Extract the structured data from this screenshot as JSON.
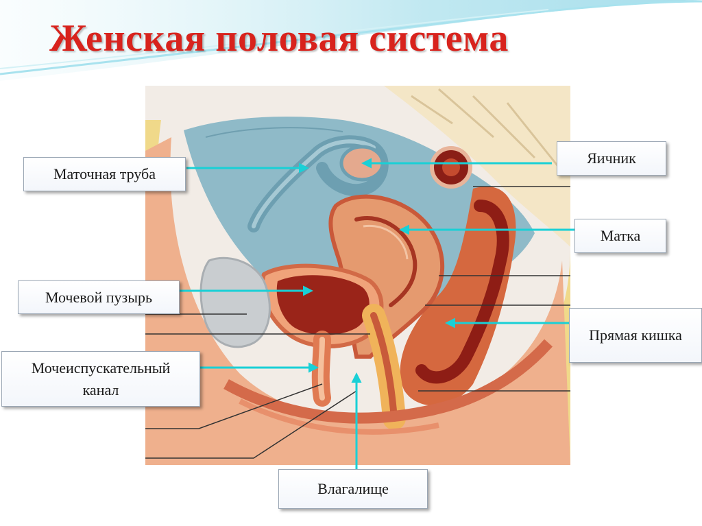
{
  "title": "Женская половая система",
  "labels": {
    "fallopian_tube": "Маточная труба",
    "ovary": "Яичник",
    "uterus": "Матка",
    "bladder": "Мочевой пузырь",
    "rectum": "Прямая кишка",
    "urethra_line1": "Мочеиспускательный",
    "urethra_line2": "канал",
    "vagina": "Влагалище"
  },
  "colors": {
    "title": "#d8231d",
    "arrow": "#19d0d6",
    "peritoneum": "#8fbac8",
    "tissue": "#e9a07e",
    "muscle": "#d46a4a"
  }
}
